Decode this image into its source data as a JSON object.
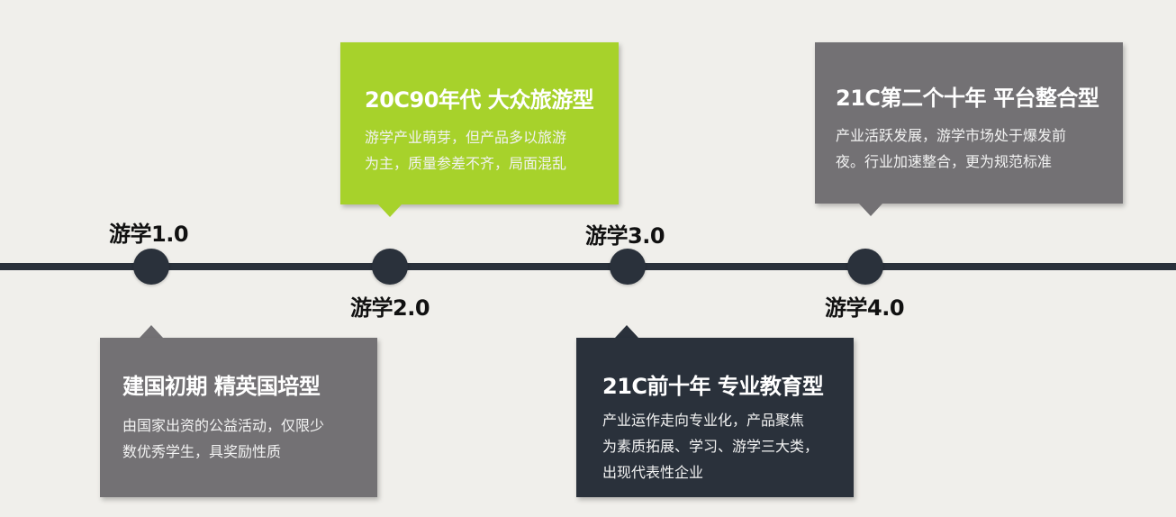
{
  "stages": [
    {
      "label": "游学1.0"
    },
    {
      "label": "游学2.0"
    },
    {
      "label": "游学3.0"
    },
    {
      "label": "游学4.0"
    }
  ],
  "cards": [
    {
      "title": "建国初期 精英国培型",
      "lines": [
        "由国家出资的公益活动，仅限少",
        "数优秀学生，具奖励性质"
      ],
      "color": "#737174"
    },
    {
      "title": "20C90年代 大众旅游型",
      "lines": [
        "游学产业萌芽，但产品多以旅游",
        "为主，质量参差不齐，局面混乱"
      ],
      "color": "#a7d22b"
    },
    {
      "title": "21C前十年 专业教育型",
      "lines": [
        "产业运作走向专业化，产品聚焦",
        "为素质拓展、学习、游学三大类，",
        "出现代表性企业"
      ],
      "color": "#2a313b"
    },
    {
      "title": "21C第二个十年 平台整合型",
      "lines": [
        "产业活跃发展，游学市场处于爆发前",
        "夜。行业加速整合，更为规范标准"
      ],
      "color": "#737174"
    }
  ],
  "colors": {
    "line": "#2a313b",
    "background": "#f0efeb"
  }
}
